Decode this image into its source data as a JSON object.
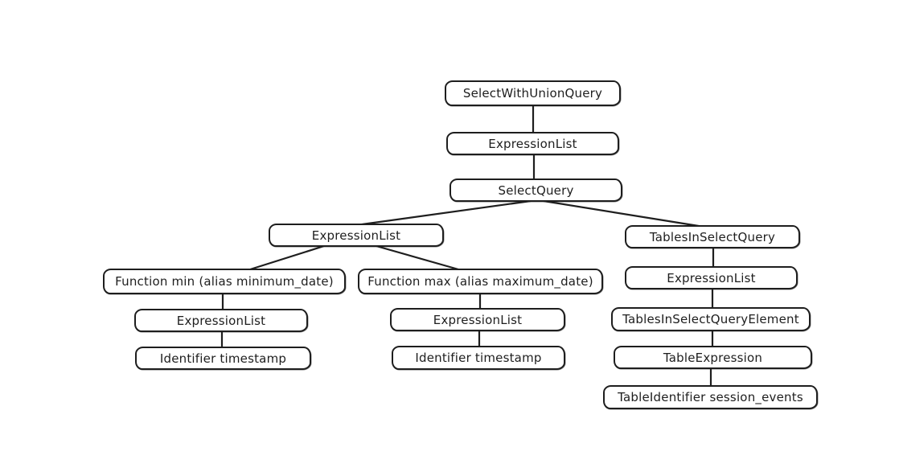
{
  "diagram": {
    "type": "tree",
    "style": "hand-drawn",
    "colors": {
      "stroke": "#1e1e1e",
      "node_fill": "#ffffff",
      "background": "#ffffff"
    },
    "nodes": [
      {
        "id": "select_with_union_query",
        "label": "SelectWithUnionQuery"
      },
      {
        "id": "expression_list_root",
        "label": "ExpressionList"
      },
      {
        "id": "select_query",
        "label": "SelectQuery"
      },
      {
        "id": "expression_list_select",
        "label": "ExpressionList"
      },
      {
        "id": "tables_in_select_query",
        "label": "TablesInSelectQuery"
      },
      {
        "id": "function_min",
        "label": "Function min (alias minimum_date)"
      },
      {
        "id": "function_max",
        "label": "Function max (alias maximum_date)"
      },
      {
        "id": "expression_list_tables",
        "label": "ExpressionList"
      },
      {
        "id": "expression_list_min",
        "label": "ExpressionList"
      },
      {
        "id": "expression_list_max",
        "label": "ExpressionList"
      },
      {
        "id": "tables_in_select_query_element",
        "label": "TablesInSelectQueryElement"
      },
      {
        "id": "identifier_timestamp_min",
        "label": "Identifier timestamp"
      },
      {
        "id": "identifier_timestamp_max",
        "label": "Identifier timestamp"
      },
      {
        "id": "table_expression",
        "label": "TableExpression"
      },
      {
        "id": "table_identifier_session_events",
        "label": "TableIdentifier session_events"
      }
    ],
    "edges": [
      {
        "from": "select_with_union_query",
        "to": "expression_list_root"
      },
      {
        "from": "expression_list_root",
        "to": "select_query"
      },
      {
        "from": "select_query",
        "to": "expression_list_select"
      },
      {
        "from": "select_query",
        "to": "tables_in_select_query"
      },
      {
        "from": "expression_list_select",
        "to": "function_min"
      },
      {
        "from": "expression_list_select",
        "to": "function_max"
      },
      {
        "from": "tables_in_select_query",
        "to": "expression_list_tables"
      },
      {
        "from": "function_min",
        "to": "expression_list_min"
      },
      {
        "from": "function_max",
        "to": "expression_list_max"
      },
      {
        "from": "expression_list_tables",
        "to": "tables_in_select_query_element"
      },
      {
        "from": "expression_list_min",
        "to": "identifier_timestamp_min"
      },
      {
        "from": "expression_list_max",
        "to": "identifier_timestamp_max"
      },
      {
        "from": "tables_in_select_query_element",
        "to": "table_expression"
      },
      {
        "from": "table_expression",
        "to": "table_identifier_session_events"
      }
    ]
  }
}
